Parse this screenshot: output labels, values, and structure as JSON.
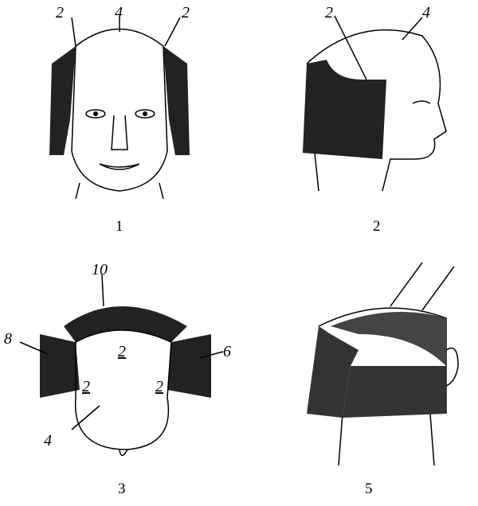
{
  "figures": [
    {
      "caption": "1",
      "labels": [
        "2",
        "4",
        "2"
      ]
    },
    {
      "caption": "2",
      "labels": [
        "2",
        "4"
      ]
    },
    {
      "caption": "3",
      "labels": [
        "10",
        "8",
        "6",
        "2",
        "2",
        "2",
        "4"
      ]
    },
    {
      "caption": "5",
      "labels": []
    }
  ]
}
